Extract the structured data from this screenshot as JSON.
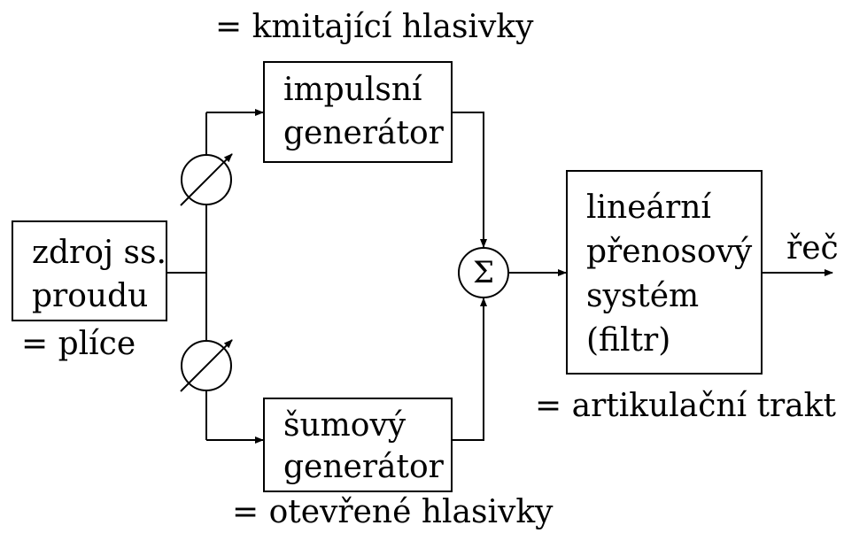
{
  "source_block": {
    "line1": "zdroj ss.",
    "line2": "proudu",
    "annotation": "= plíce"
  },
  "impulse_generator": {
    "line1": "impulsní",
    "line2": "generátor",
    "annotation": "= kmitající hlasivky"
  },
  "noise_generator": {
    "line1": "šumový",
    "line2": "generátor",
    "annotation": "= otevřené hlasivky"
  },
  "summer": {
    "symbol": "Σ"
  },
  "filter_block": {
    "line1": "lineární",
    "line2": "přenosový",
    "line3": "systém",
    "line4": "(filtr)",
    "annotation": "= artikulační trakt"
  },
  "output": {
    "label": "řeč"
  }
}
